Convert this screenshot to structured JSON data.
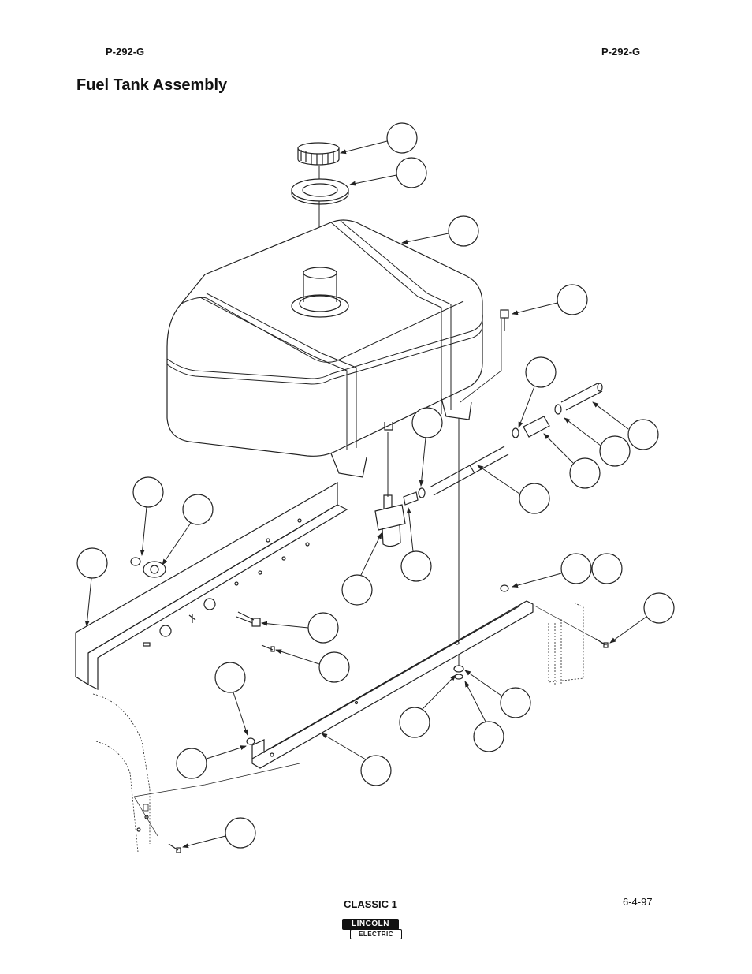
{
  "header": {
    "left_code": "P-292-G",
    "right_code": "P-292-G"
  },
  "title": "Fuel Tank Assembly",
  "footer": {
    "model": "CLASSIC 1",
    "date": "6-4-97"
  },
  "logo": {
    "line1": "LINCOLN",
    "line2": "ELECTRIC"
  }
}
